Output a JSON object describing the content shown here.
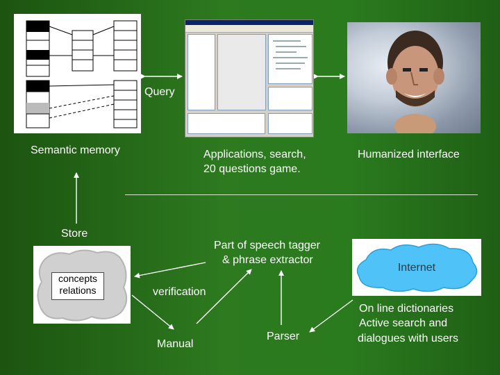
{
  "labels": {
    "query": "Query",
    "semantic_memory": "Semantic memory",
    "applications_line1": "Applications, search,",
    "applications_line2": "20 questions game.",
    "humanized_interface": "Humanized interface",
    "store": "Store",
    "pos_line1": "Part of speech tagger",
    "pos_line2": "& phrase extractor",
    "verification": "verification",
    "manual": "Manual",
    "parser": "Parser",
    "online_line1": "On line dictionaries",
    "online_line2": "Active search and",
    "online_line3": "dialogues with users"
  },
  "concepts_box": {
    "line1": "concepts",
    "line2": "relations"
  },
  "internet_box": {
    "label": "Internet"
  },
  "colors": {
    "background": "#2a7a1e",
    "text": "#ffffff",
    "arrow": "#ffffff",
    "cloud_blue": "#4fc3f7",
    "concepts_cloud": "#d0d0d0"
  },
  "icons": {
    "semantic_memory": "table-diagram-icon",
    "applications": "application-window-icon",
    "face": "talking-head-icon"
  }
}
